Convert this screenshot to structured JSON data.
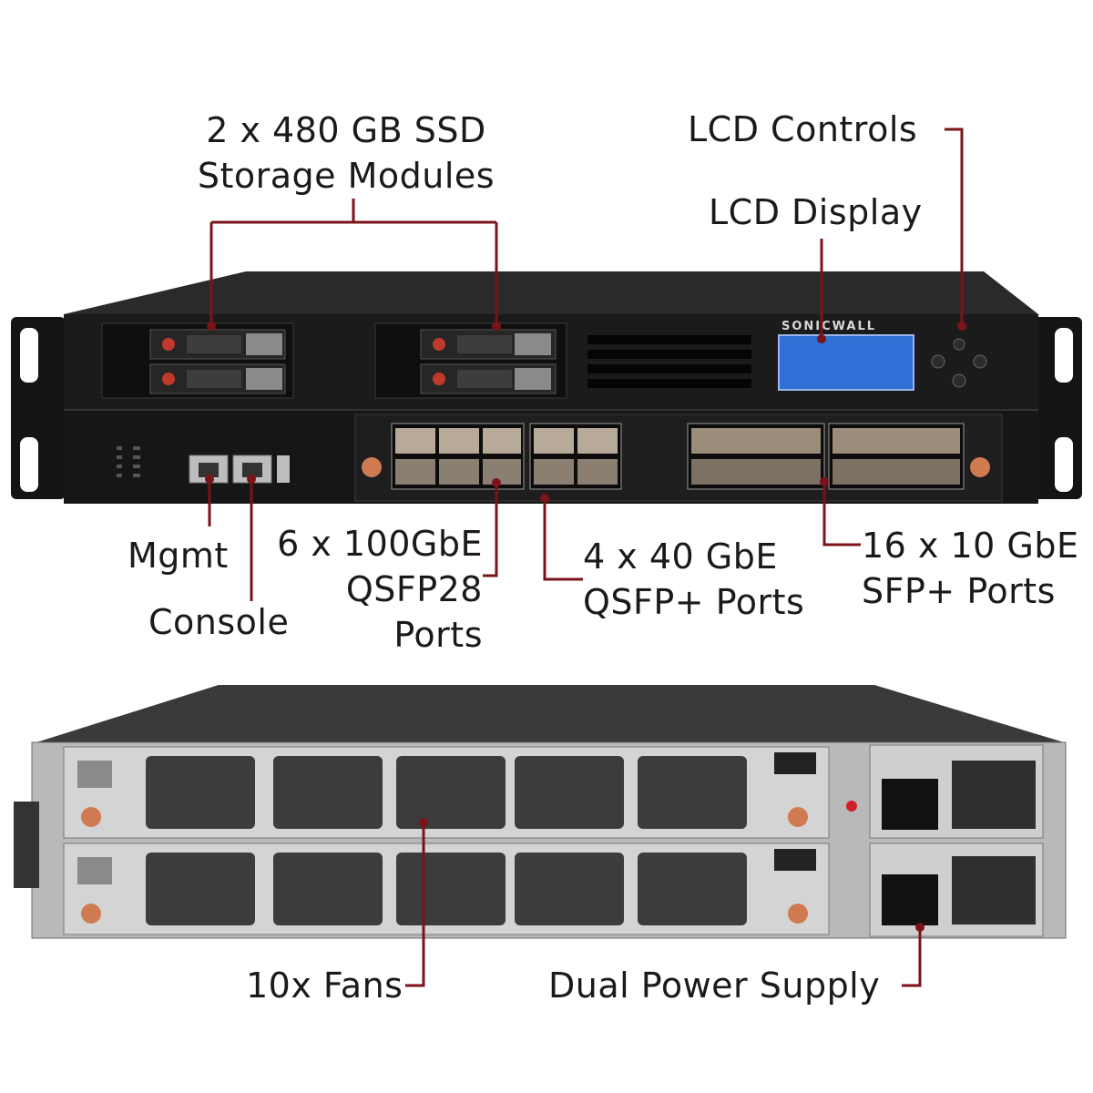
{
  "front": {
    "ssd_label": [
      "2 x 480 GB SSD",
      "Storage Modules"
    ],
    "lcd_controls": "LCD Controls",
    "lcd_display": "LCD Display",
    "mgmt": "Mgmt",
    "console": "Console",
    "qsfp28": [
      "6 x 100GbE",
      "QSFP28",
      "Ports"
    ],
    "qsfp_plus": [
      "4 x 40 GbE",
      "QSFP+ Ports"
    ],
    "sfp_plus": [
      "16 x 10 GbE",
      "SFP+ Ports"
    ],
    "brand": "SONICWALL"
  },
  "rear": {
    "fans": "10x Fans",
    "power": "Dual Power Supply"
  },
  "colors": {
    "leader": "#7a1418",
    "chassis": "#1b1b1b",
    "lcd": "#2f6fd6",
    "rear_panel": "#c9c9c9"
  }
}
